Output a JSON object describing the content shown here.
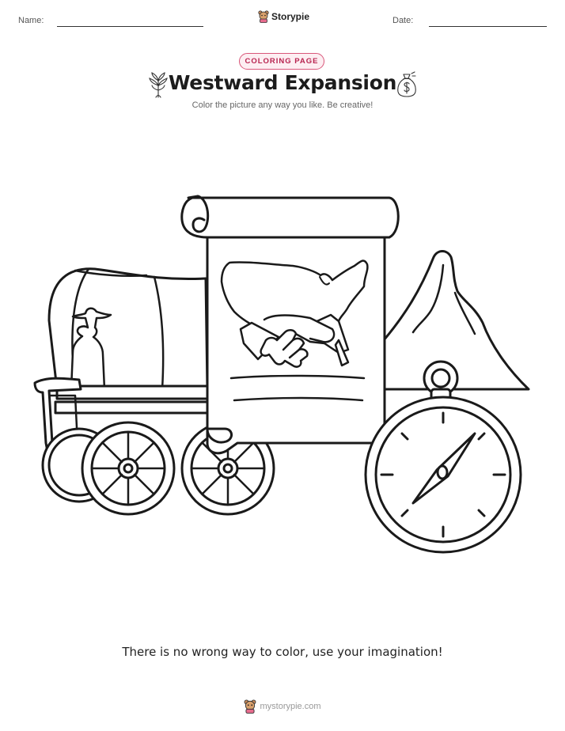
{
  "header": {
    "name_label": "Name:",
    "date_label": "Date:",
    "brand_name": "Storypie",
    "brand_icon": "bear-mascot-icon"
  },
  "badge": {
    "label": "COLORING PAGE",
    "color": "#d9577a"
  },
  "title": "Westward Expansion",
  "subtitle": "Color the picture any way you like. Be creative!",
  "decorations": {
    "left_icon": "wheat-sprig-icon",
    "right_icon": "money-bag-icon"
  },
  "illustration": {
    "elements": [
      "covered-wagon",
      "pioneer-silhouette",
      "scroll-with-map-and-handshake",
      "mountain",
      "compass"
    ]
  },
  "footer": {
    "message": "There is no wrong way to color, use your imagination!",
    "site": "mystorypie.com"
  }
}
